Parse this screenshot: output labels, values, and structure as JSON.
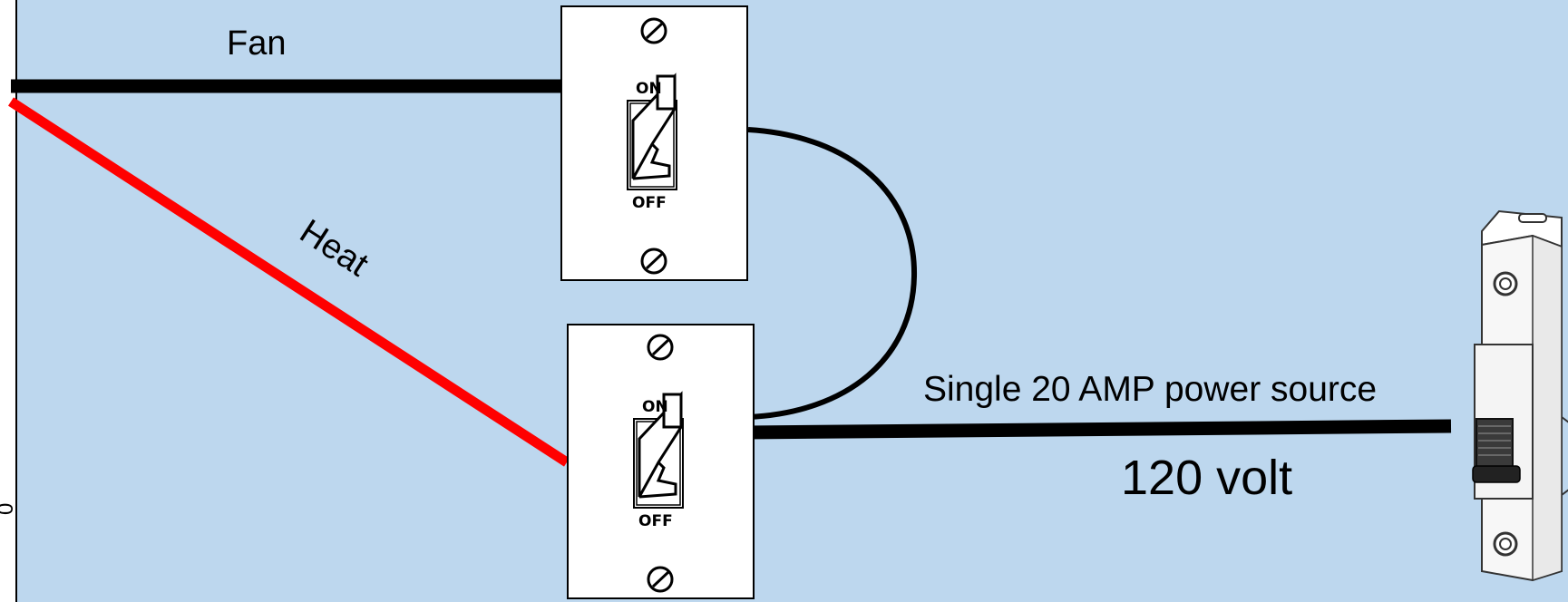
{
  "colors": {
    "background": "#bdd7ee",
    "left_margin": "#ffffff",
    "fan_wire": "#000000",
    "heat_wire": "#ff0000",
    "source_wire": "#000000",
    "plate": "#ffffff",
    "outline": "#000000"
  },
  "labels": {
    "fan": "Fan",
    "heat": "Heat",
    "source": "Single 20 AMP power source",
    "voltage": "120 volt"
  },
  "switches": [
    {
      "on_label": "ON",
      "off_label": "OFF"
    },
    {
      "on_label": "ON",
      "off_label": "OFF"
    }
  ],
  "margin_mark": "0",
  "icons": {
    "switch": "toggle-switch-icon",
    "screw": "screw-icon",
    "breaker": "circuit-breaker-icon"
  }
}
